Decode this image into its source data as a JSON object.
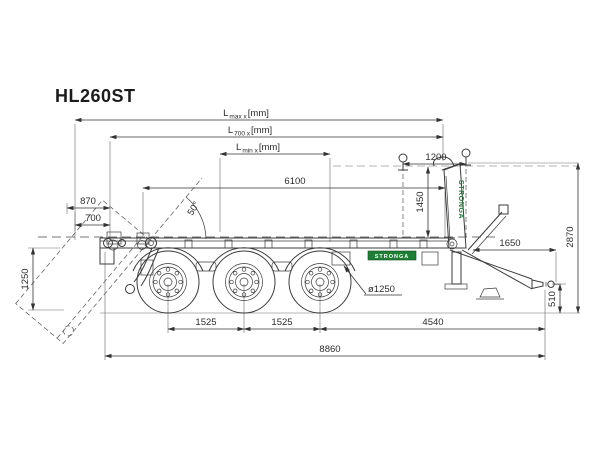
{
  "title": "HL260ST",
  "labels": {
    "lmax": {
      "base": "L",
      "sub": "max x",
      "unit": "[mm]"
    },
    "l700": {
      "base": "L",
      "sub": "700 x",
      "unit": "[mm]"
    },
    "lmin": {
      "base": "L",
      "sub": "min x",
      "unit": "[mm]"
    }
  },
  "dims": {
    "d1200": "1200",
    "d6100": "6100",
    "d1450": "1450",
    "d2870": "2870",
    "d1650": "1650",
    "d510": "510",
    "d870": "870",
    "d700": "700",
    "d1250v": "1250",
    "angle50": "50°",
    "wheel_dia": "ø1250",
    "d1525a": "1525",
    "d1525b": "1525",
    "d4540": "4540",
    "d8860": "8860"
  },
  "brand": {
    "arm_text": "STRONGA",
    "plate_text": "STRONGA",
    "green": "#1e7e34"
  }
}
